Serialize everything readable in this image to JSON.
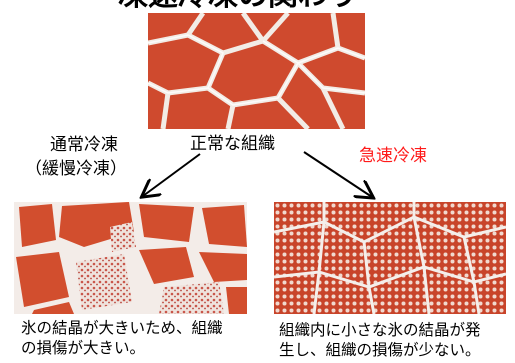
{
  "header": {
    "title_partial": "凍速冷凍の関わり"
  },
  "center": {
    "label": "正常な組織"
  },
  "left": {
    "method_line1": "通常冷凍",
    "method_line2": "（緩慢冷凍）",
    "caption_line1": "氷の結晶が大きいため、組織",
    "caption_line2": "の損傷が大きい。"
  },
  "right": {
    "method": "急速冷凍",
    "caption_line1": "組織内に小さな氷の結晶が発",
    "caption_line2": "生し、組織の損傷が少ない。"
  },
  "colors": {
    "accent_red": "#ff1a1a",
    "tissue_red": "#cf4a2e",
    "membrane": "#f2ece6"
  }
}
